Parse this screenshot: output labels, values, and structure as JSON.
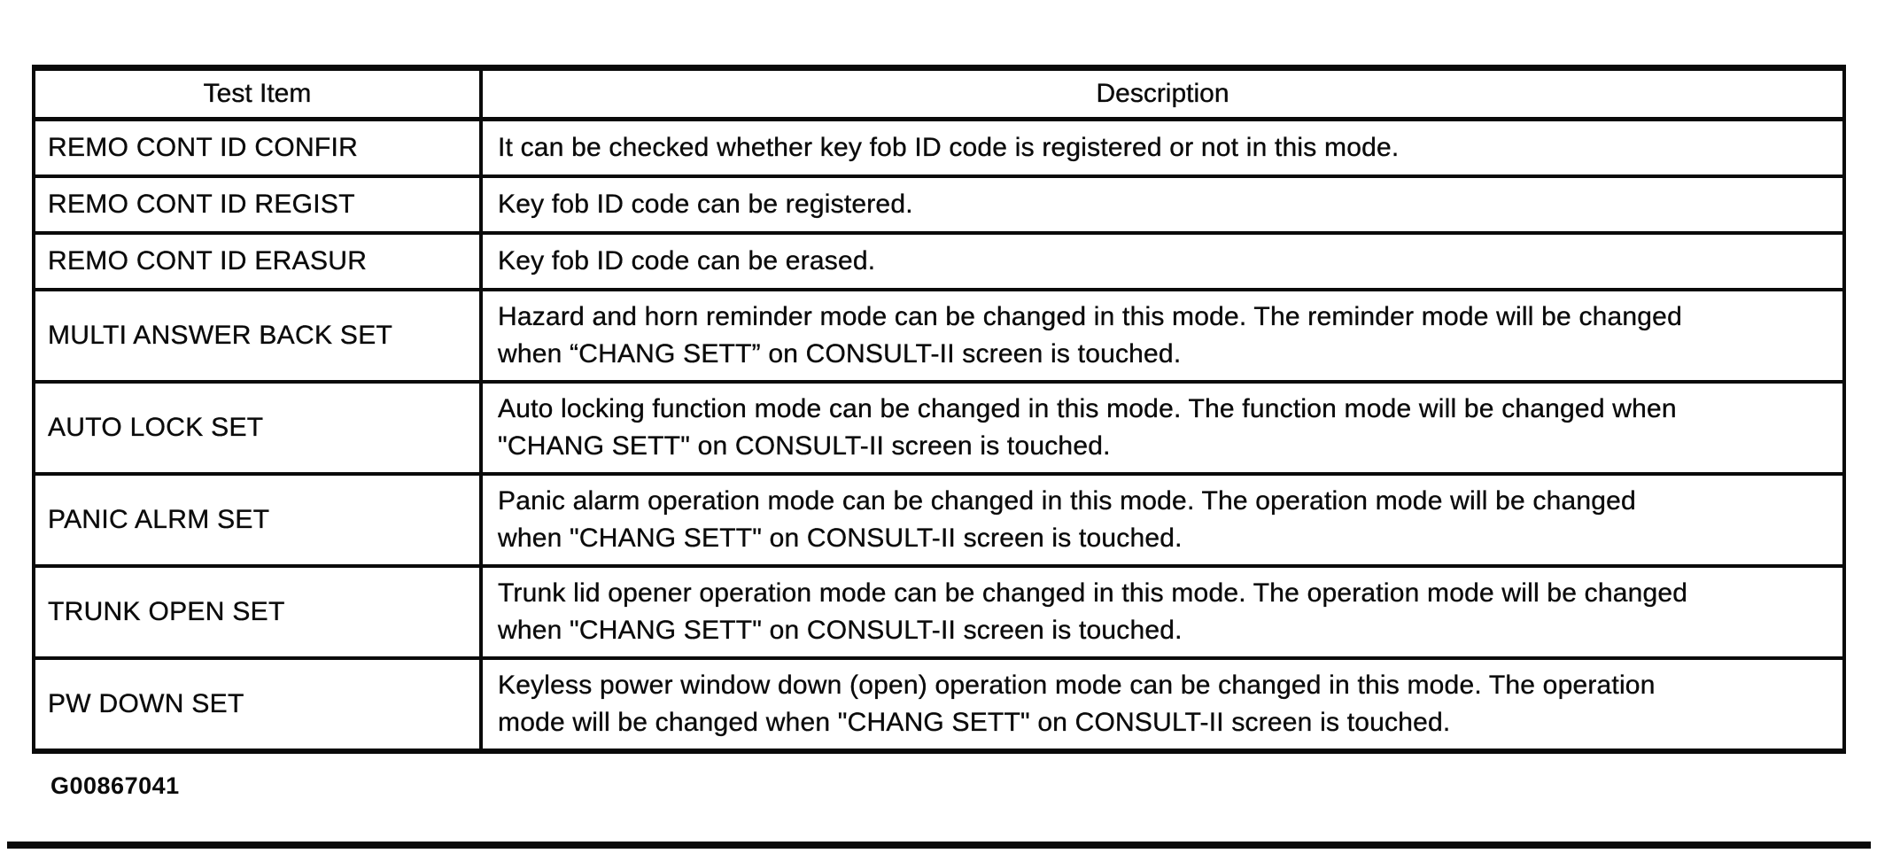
{
  "page": {
    "figure_code": "G00867041"
  },
  "colors": {
    "ink": "#0b0b0b",
    "line": "#0a0a0a",
    "background": "#ffffff"
  },
  "table": {
    "columns": [
      "Test Item",
      "Description"
    ],
    "rows": [
      {
        "item": "REMO CONT ID CONFIR",
        "description": "It can be checked whether key fob ID code is registered or not in this mode."
      },
      {
        "item": "REMO CONT ID REGIST",
        "description": "Key fob ID code can be registered."
      },
      {
        "item": "REMO CONT ID ERASUR",
        "description": "Key fob ID code can be erased."
      },
      {
        "item": "MULTI ANSWER BACK SET",
        "description": "Hazard and horn reminder mode can be changed in this mode. The reminder mode will be changed\nwhen “CHANG SETT” on CONSULT-II screen is touched."
      },
      {
        "item": "AUTO LOCK SET",
        "description": "Auto locking function mode can be changed in this mode. The function mode will be changed when\n\"CHANG SETT\" on CONSULT-II screen is touched."
      },
      {
        "item": "PANIC ALRM SET",
        "description": "Panic alarm operation mode can be changed in this mode. The operation mode will be changed\nwhen \"CHANG SETT\" on CONSULT-II screen is touched."
      },
      {
        "item": "TRUNK OPEN SET",
        "description": "Trunk lid opener operation mode can be changed in this mode. The operation mode will be changed\nwhen \"CHANG SETT\" on CONSULT-II screen is touched."
      },
      {
        "item": "PW DOWN SET",
        "description": "Keyless power window down (open) operation mode can be changed in this mode. The operation\nmode will be changed when \"CHANG SETT\" on CONSULT-II screen is touched."
      }
    ]
  }
}
